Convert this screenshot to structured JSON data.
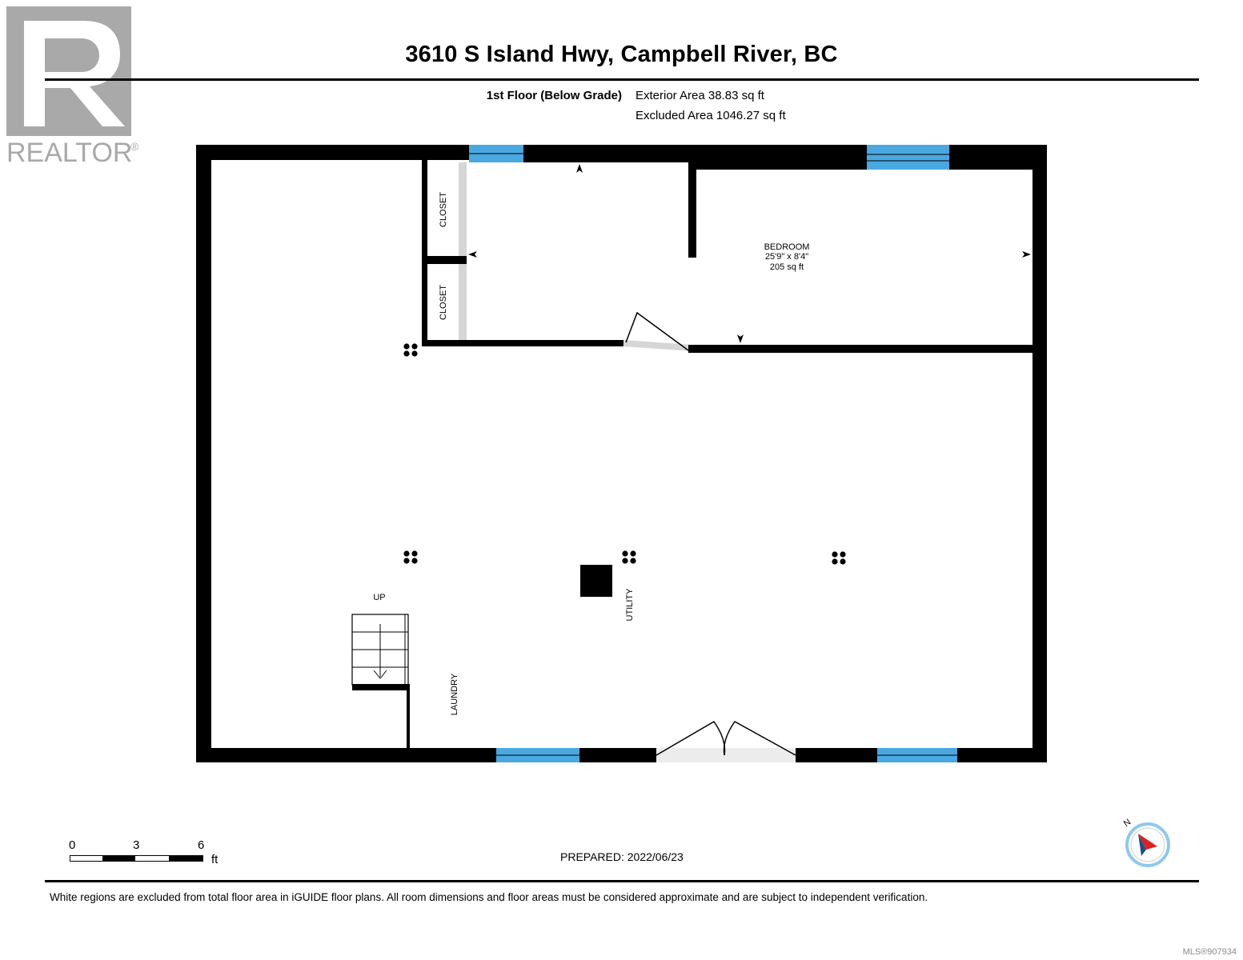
{
  "logo": {
    "text": "REALTOR",
    "mark": "®",
    "color": "#a9a9a9"
  },
  "header": {
    "title": "3610 S Island Hwy, Campbell River, BC",
    "floor_label": "1st Floor (Below Grade)",
    "exterior_area": "Exterior Area 38.83 sq ft",
    "excluded_area": "Excluded Area 1046.27 sq ft"
  },
  "plan": {
    "colors": {
      "wall": "#000000",
      "window": "#4aa8e0",
      "door": "#d6d6d6"
    },
    "rooms": {
      "bedroom": {
        "name": "BEDROOM",
        "dimensions": "25'9\" x 8'4\"",
        "area": "205 sq ft"
      },
      "closet_1": "CLOSET",
      "closet_2": "CLOSET",
      "utility": "UTILITY",
      "laundry": "LAUNDRY",
      "stairs": "UP"
    }
  },
  "scale": {
    "ticks": [
      "0",
      "3",
      "6"
    ],
    "unit": "ft"
  },
  "prepared": "PREPARED: 2022/06/23",
  "compass": {
    "label": "N",
    "needle_color": "#e02020",
    "ring_color": "#8ec8ef"
  },
  "disclaimer": "White regions are excluded from total floor area in iGUIDE floor plans. All room dimensions and floor areas must be considered approximate and are subject to independent verification.",
  "mls": "MLS®907934"
}
